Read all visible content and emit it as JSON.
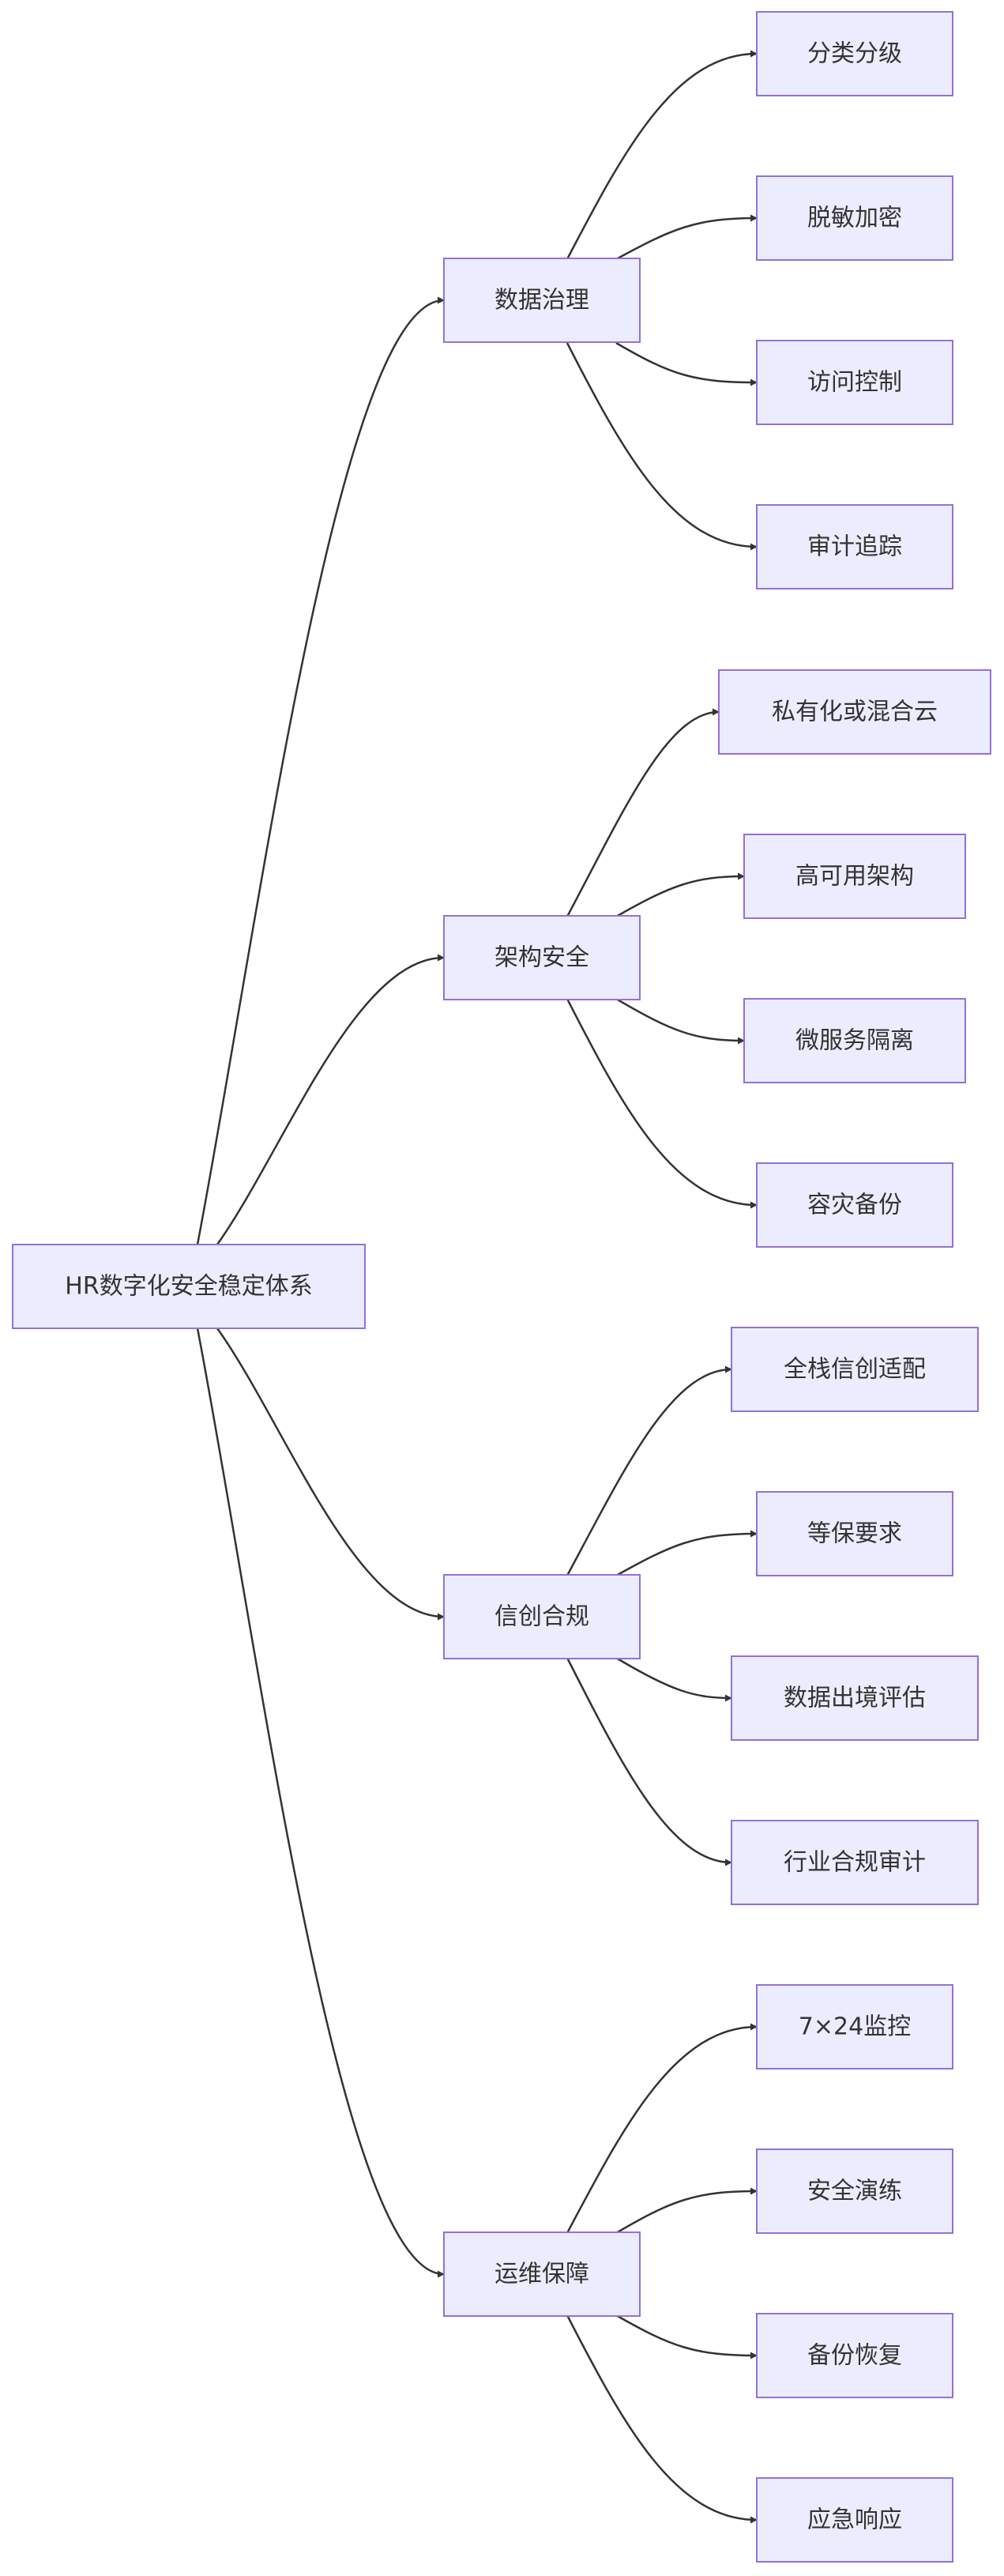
{
  "diagram": {
    "root": {
      "id": "root",
      "label": "HR数字化安全稳定体系"
    },
    "branches": [
      {
        "id": "b1",
        "label": "数据治理",
        "leaves": [
          {
            "id": "b1l1",
            "label": "分类分级"
          },
          {
            "id": "b1l2",
            "label": "脱敏加密"
          },
          {
            "id": "b1l3",
            "label": "访问控制"
          },
          {
            "id": "b1l4",
            "label": "审计追踪"
          }
        ]
      },
      {
        "id": "b2",
        "label": "架构安全",
        "leaves": [
          {
            "id": "b2l1",
            "label": "私有化或混合云"
          },
          {
            "id": "b2l2",
            "label": "高可用架构"
          },
          {
            "id": "b2l3",
            "label": "微服务隔离"
          },
          {
            "id": "b2l4",
            "label": "容灾备份"
          }
        ]
      },
      {
        "id": "b3",
        "label": "信创合规",
        "leaves": [
          {
            "id": "b3l1",
            "label": "全栈信创适配"
          },
          {
            "id": "b3l2",
            "label": "等保要求"
          },
          {
            "id": "b3l3",
            "label": "数据出境评估"
          },
          {
            "id": "b3l4",
            "label": "行业合规审计"
          }
        ]
      },
      {
        "id": "b4",
        "label": "运维保障",
        "leaves": [
          {
            "id": "b4l1",
            "label": "7×24监控"
          },
          {
            "id": "b4l2",
            "label": "安全演练"
          },
          {
            "id": "b4l3",
            "label": "备份恢复"
          },
          {
            "id": "b4l4",
            "label": "应急响应"
          }
        ]
      }
    ]
  }
}
